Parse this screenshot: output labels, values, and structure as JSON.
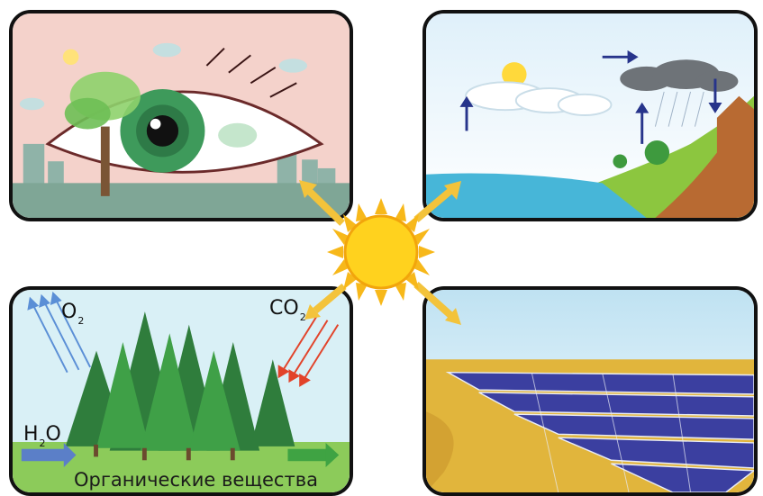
{
  "panels": {
    "eye": {
      "icon": "eye-nature-icon"
    },
    "water_cycle": {
      "icon": "water-cycle-icon"
    },
    "forest": {
      "icon": "forest-photosynthesis-icon",
      "o2_main": "O",
      "o2_sub": "2",
      "co2_main": "CO",
      "co2_sub": "2",
      "h2o_pre": "H",
      "h2o_sub": "2",
      "h2o_post": "O",
      "organic_label": "Органические вещества"
    },
    "solar": {
      "icon": "solar-panels-icon"
    }
  },
  "center": {
    "icon": "sun-icon"
  },
  "colors": {
    "sun": "#FFD21E",
    "arrow": "#F3C33B",
    "o2_arrows": "#5B8FD6",
    "co2_arrows": "#E2432A",
    "h2o_arrow": "#5B7FC8",
    "organic_arrow": "#3FA343"
  }
}
